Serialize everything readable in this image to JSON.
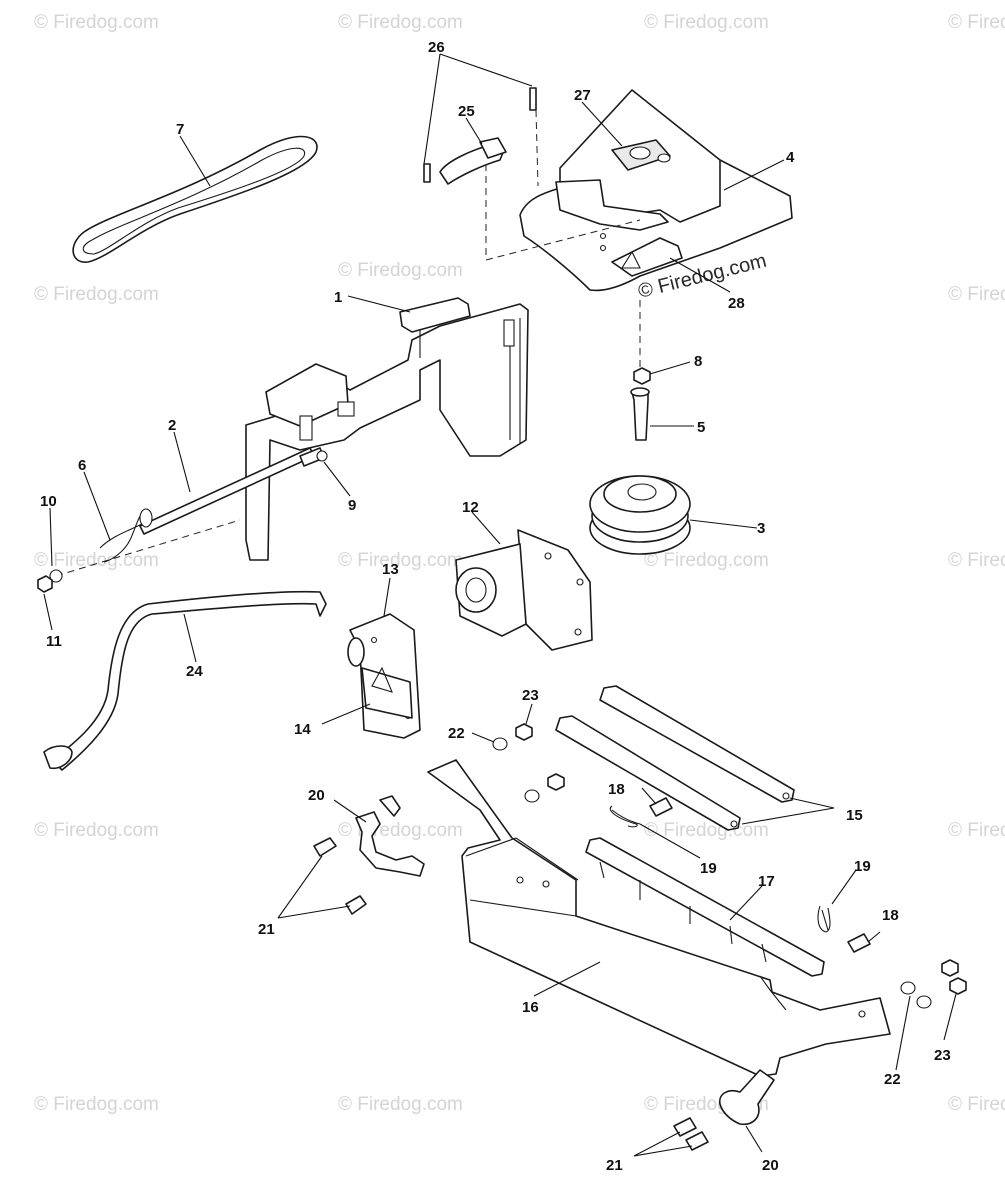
{
  "watermark": "© Firedog.com",
  "copyright_notice": "© Firedog.com",
  "callouts": {
    "c1": "1",
    "c2": "2",
    "c3": "3",
    "c4": "4",
    "c5": "5",
    "c6": "6",
    "c7": "7",
    "c8": "8",
    "c9": "9",
    "c10": "10",
    "c11": "11",
    "c12": "12",
    "c13": "13",
    "c14": "14",
    "c15": "15",
    "c16": "16",
    "c17": "17",
    "c18a": "18",
    "c18b": "18",
    "c19a": "19",
    "c19b": "19",
    "c20a": "20",
    "c20b": "20",
    "c21a": "21",
    "c21b": "21",
    "c22a": "22",
    "c22b": "22",
    "c23a": "23",
    "c23b": "23",
    "c24": "24",
    "c25": "25",
    "c26": "26",
    "c27": "27",
    "c28": "28"
  }
}
